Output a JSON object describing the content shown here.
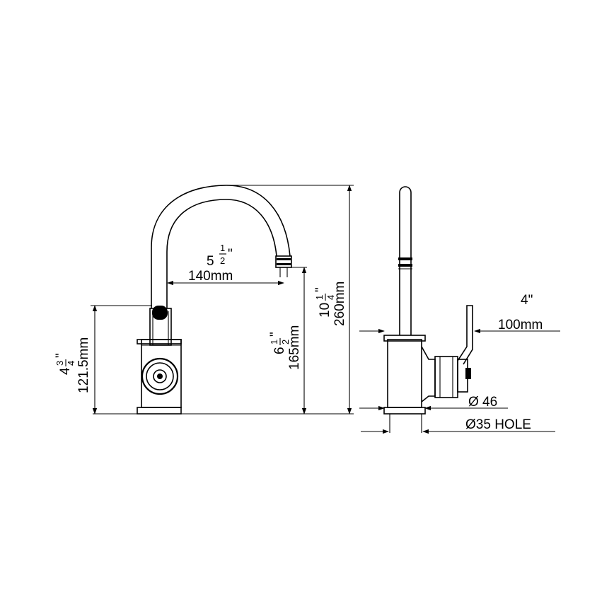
{
  "front_view": {
    "reach": {
      "whole": "5",
      "num": "1",
      "den": "2",
      "inch_mark": "\"",
      "metric": "140mm"
    },
    "outlet_height": {
      "whole": "6",
      "num": "1",
      "den": "2",
      "inch_mark": "\"",
      "metric": "165mm"
    },
    "overall_height": {
      "whole": "10",
      "num": "1",
      "den": "4",
      "inch_mark": "\"",
      "metric": "260mm"
    },
    "handle_height": {
      "whole": "4",
      "num": "3",
      "den": "4",
      "inch_mark": "\"",
      "metric": "121.5mm"
    }
  },
  "side_view": {
    "lever_reach": {
      "imperial": "4\"",
      "metric": "100mm"
    },
    "base_diameter": "Ø 46",
    "hole_diameter": "Ø35 HOLE"
  }
}
